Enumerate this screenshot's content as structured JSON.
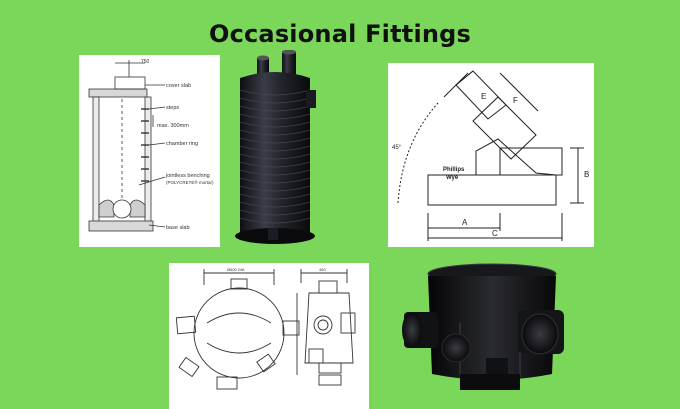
{
  "page": {
    "title": "Occasional Fittings",
    "background": "#7ad75a"
  },
  "panel_chamber_section": {
    "labels": {
      "dim_top": "750",
      "cover_slab": "cover slab",
      "steps": "steps",
      "max_spacing": "max. 300mm",
      "chamber_ring": "chamber ring",
      "benching_1": "jointless benching",
      "benching_2": "(POLYCRETE® mortar)",
      "base_slab": "base slab"
    }
  },
  "panel_phillips_wye": {
    "labels": {
      "E": "E",
      "F": "F",
      "B": "B",
      "A": "A",
      "C": "C",
      "angle": "45°",
      "name_1": "Phillips",
      "name_2": "Wye"
    }
  },
  "panel_chamber_plan": {
    "labels": {
      "dim_width": "Ø600 DIA",
      "dim_side": "450"
    }
  },
  "icons": {
    "black_tower_chamber": "black-tower-chamber-image",
    "black_base_unit": "black-inspection-chamber-base-image"
  }
}
